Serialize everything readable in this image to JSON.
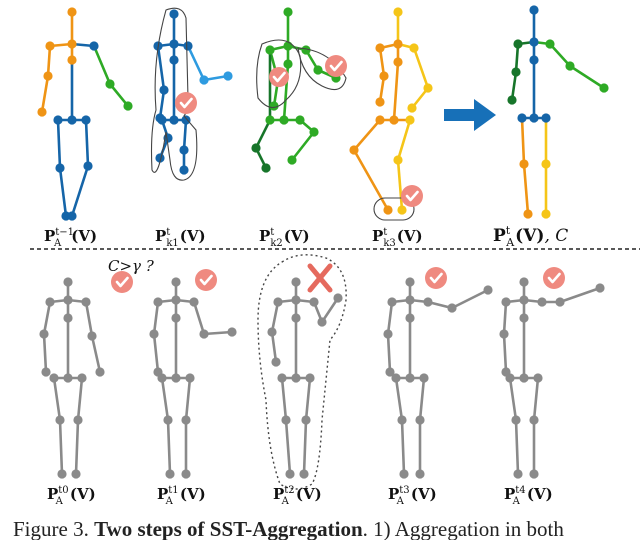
{
  "figure": {
    "top_row_labels": [
      {
        "main": "P",
        "sup": "t−1",
        "sub": "A",
        "arg": "(V)"
      },
      {
        "main": "P",
        "sup": "t",
        "sub": "k1",
        "arg": "(V)"
      },
      {
        "main": "P",
        "sup": "t",
        "sub": "k2",
        "arg": "(V)"
      },
      {
        "main": "P",
        "sup": "t",
        "sub": "k3",
        "arg": "(V)"
      },
      {
        "main": "P",
        "sup": "t",
        "sub": "A",
        "arg": "(V)",
        "suffix": ", C"
      }
    ],
    "bottom_row_labels": [
      {
        "main": "P",
        "sup": "t0",
        "sub": "A",
        "arg": "(V)"
      },
      {
        "main": "P",
        "sup": "t1",
        "sub": "A",
        "arg": "(V)"
      },
      {
        "main": "P",
        "sup": "t2",
        "sub": "A",
        "arg": "(V)"
      },
      {
        "main": "P",
        "sup": "t3",
        "sub": "A",
        "arg": "(V)"
      },
      {
        "main": "P",
        "sup": "t4",
        "sub": "A",
        "arg": "(V)"
      }
    ],
    "threshold_text": "C>γ ?",
    "caption": {
      "prefix": "Figure 3. ",
      "bold": "Two steps of SST-Aggregation",
      "rest": ". 1) Aggregation in both"
    },
    "colors": {
      "joint_blue": "#1565a8",
      "light_blue": "#2e9be0",
      "orange": "#ef9415",
      "green": "#2eaa25",
      "dark_green": "#17752a",
      "yellow": "#f5c518",
      "gray": "#8a8a8a",
      "check_badge": "#ef8a80",
      "reject_cross": "#e56a5e",
      "arrow": "#1770b8"
    },
    "icons": [
      "check-badge-icon",
      "reject-cross-icon",
      "right-arrow-icon"
    ]
  }
}
